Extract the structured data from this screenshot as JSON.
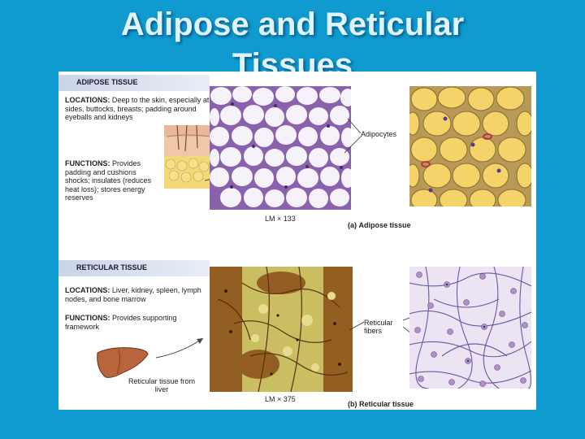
{
  "slide": {
    "title_line1": "Adipose and Reticular",
    "title_line2": "Tissues"
  },
  "adipose": {
    "header": "ADIPOSE TISSUE",
    "locations_label": "LOCATIONS:",
    "locations_text": "Deep to the skin, especially at sides, buttocks, breasts; padding around eyeballs and kidneys",
    "functions_label": "FUNCTIONS:",
    "functions_text": "Provides padding and cushions shocks; insulates (reduces heat loss); stores energy reserves",
    "magnification": "LM × 133",
    "callout": "Adipocytes",
    "caption_letter": "(a)",
    "caption_text": "Adipose tissue"
  },
  "reticular": {
    "header": "RETICULAR TISSUE",
    "locations_label": "LOCATIONS:",
    "locations_text": "Liver, kidney, spleen, lymph nodes, and bone marrow",
    "functions_label": "FUNCTIONS:",
    "functions_text": "Provides supporting framework",
    "liver_label": "Reticular tissue from liver",
    "magnification": "LM × 375",
    "callout": "Reticular fibers",
    "caption_letter": "(b)",
    "caption_text": "Reticular tissue"
  },
  "colors": {
    "slide_background": "#0f9ad0",
    "adipocyte_fill": "#f2d064",
    "stain_purple": "#8a5aa8",
    "reticular_brown": "#9a5a1a",
    "liver": "#b8643c"
  }
}
